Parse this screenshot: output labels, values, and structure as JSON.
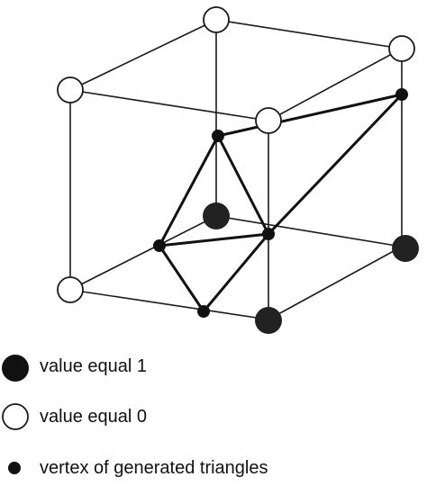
{
  "colors": {
    "line": "#1a1a1a",
    "value_one_fill": "#222222",
    "value_zero_fill": "#ffffff",
    "triangle_vertex_fill": "#111111"
  },
  "legend": {
    "items": [
      {
        "key": "value-one",
        "label": "value equal 1",
        "marker": "large-filled-circle"
      },
      {
        "key": "value-zero",
        "label": "value equal 0",
        "marker": "large-open-circle"
      },
      {
        "key": "triangle-vertex",
        "label": "vertex of generated triangles",
        "marker": "small-filled-circle"
      }
    ]
  }
}
